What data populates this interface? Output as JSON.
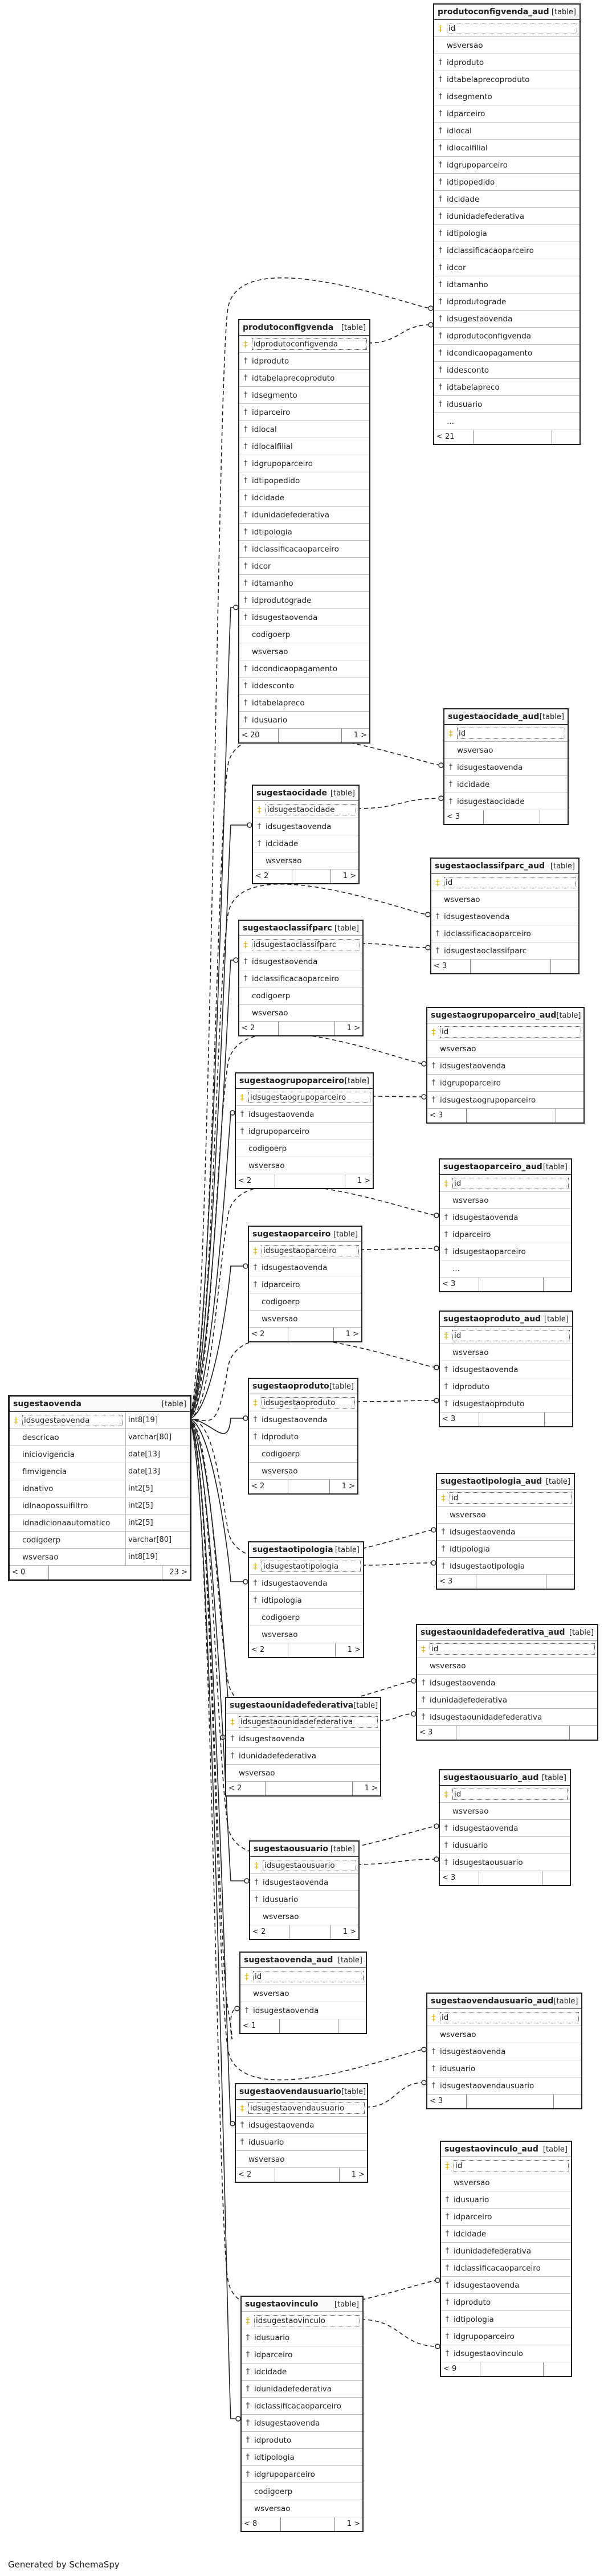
{
  "footer": "Generated by SchemaSpy",
  "tables": [
    {
      "id": "produtoconfigvenda_aud",
      "name": "produtoconfigvenda_aud",
      "type": "[table]",
      "columns": [
        {
          "n": "id",
          "k": "pk"
        },
        {
          "n": "wsversao",
          "k": ""
        },
        {
          "n": "idproduto",
          "k": "fk"
        },
        {
          "n": "idtabelaprecoproduto",
          "k": "fk"
        },
        {
          "n": "idsegmento",
          "k": "fk"
        },
        {
          "n": "idparceiro",
          "k": "fk"
        },
        {
          "n": "idlocal",
          "k": "fk"
        },
        {
          "n": "idlocalfilial",
          "k": "fk"
        },
        {
          "n": "idgrupoparceiro",
          "k": "fk"
        },
        {
          "n": "idtipopedido",
          "k": "fk"
        },
        {
          "n": "idcidade",
          "k": "fk"
        },
        {
          "n": "idunidadefederativa",
          "k": "fk"
        },
        {
          "n": "idtipologia",
          "k": "fk"
        },
        {
          "n": "idclassificacaoparceiro",
          "k": "fk"
        },
        {
          "n": "idcor",
          "k": "fk"
        },
        {
          "n": "idtamanho",
          "k": "fk"
        },
        {
          "n": "idprodutograde",
          "k": "fk"
        },
        {
          "n": "idsugestaovenda",
          "k": "fk"
        },
        {
          "n": "idprodutoconfigvenda",
          "k": "fk"
        },
        {
          "n": "idcondicaopagamento",
          "k": "fk"
        },
        {
          "n": "iddesconto",
          "k": "fk"
        },
        {
          "n": "idtabelapreco",
          "k": "fk"
        },
        {
          "n": "idusuario",
          "k": "fk"
        },
        {
          "n": "...",
          "k": ""
        }
      ],
      "footer": {
        "left": "< 21",
        "mid": "",
        "right": ""
      }
    },
    {
      "id": "produtoconfigvenda",
      "name": "produtoconfigvenda",
      "type": "[table]",
      "columns": [
        {
          "n": "idprodutoconfigvenda",
          "k": "pk"
        },
        {
          "n": "idproduto",
          "k": "fk"
        },
        {
          "n": "idtabelaprecoproduto",
          "k": "fk"
        },
        {
          "n": "idsegmento",
          "k": "fk"
        },
        {
          "n": "idparceiro",
          "k": "fk"
        },
        {
          "n": "idlocal",
          "k": "fk"
        },
        {
          "n": "idlocalfilial",
          "k": "fk"
        },
        {
          "n": "idgrupoparceiro",
          "k": "fk"
        },
        {
          "n": "idtipopedido",
          "k": "fk"
        },
        {
          "n": "idcidade",
          "k": "fk"
        },
        {
          "n": "idunidadefederativa",
          "k": "fk"
        },
        {
          "n": "idtipologia",
          "k": "fk"
        },
        {
          "n": "idclassificacaoparceiro",
          "k": "fk"
        },
        {
          "n": "idcor",
          "k": "fk"
        },
        {
          "n": "idtamanho",
          "k": "fk"
        },
        {
          "n": "idprodutograde",
          "k": "fk"
        },
        {
          "n": "idsugestaovenda",
          "k": "fk"
        },
        {
          "n": "codigoerp",
          "k": ""
        },
        {
          "n": "wsversao",
          "k": ""
        },
        {
          "n": "idcondicaopagamento",
          "k": "fk"
        },
        {
          "n": "iddesconto",
          "k": "fk"
        },
        {
          "n": "idtabelapreco",
          "k": "fk"
        },
        {
          "n": "idusuario",
          "k": "fk"
        }
      ],
      "footer": {
        "left": "< 20",
        "mid": "",
        "right": "1 >"
      }
    },
    {
      "id": "sugestaocidade_aud",
      "name": "sugestaocidade_aud",
      "type": "[table]",
      "columns": [
        {
          "n": "id",
          "k": "pk"
        },
        {
          "n": "wsversao",
          "k": ""
        },
        {
          "n": "idsugestaovenda",
          "k": "fk"
        },
        {
          "n": "idcidade",
          "k": "fk"
        },
        {
          "n": "idsugestaocidade",
          "k": "fk"
        }
      ],
      "footer": {
        "left": "< 3",
        "mid": "",
        "right": ""
      }
    },
    {
      "id": "sugestaocidade",
      "name": "sugestaocidade",
      "type": "[table]",
      "columns": [
        {
          "n": "idsugestaocidade",
          "k": "pk"
        },
        {
          "n": "idsugestaovenda",
          "k": "fk"
        },
        {
          "n": "idcidade",
          "k": "fk"
        },
        {
          "n": "wsversao",
          "k": ""
        }
      ],
      "footer": {
        "left": "< 2",
        "mid": "",
        "right": "1 >"
      }
    },
    {
      "id": "sugestaoclassifparc_aud",
      "name": "sugestaoclassifparc_aud",
      "type": "[table]",
      "columns": [
        {
          "n": "id",
          "k": "pk"
        },
        {
          "n": "wsversao",
          "k": ""
        },
        {
          "n": "idsugestaovenda",
          "k": "fk"
        },
        {
          "n": "idclassificacaoparceiro",
          "k": "fk"
        },
        {
          "n": "idsugestaoclassifparc",
          "k": "fk"
        }
      ],
      "footer": {
        "left": "< 3",
        "mid": "",
        "right": ""
      }
    },
    {
      "id": "sugestaoclassifparc",
      "name": "sugestaoclassifparc",
      "type": "[table]",
      "columns": [
        {
          "n": "idsugestaoclassifparc",
          "k": "pk"
        },
        {
          "n": "idsugestaovenda",
          "k": "fk"
        },
        {
          "n": "idclassificacaoparceiro",
          "k": "fk"
        },
        {
          "n": "codigoerp",
          "k": ""
        },
        {
          "n": "wsversao",
          "k": ""
        }
      ],
      "footer": {
        "left": "< 2",
        "mid": "",
        "right": "1 >"
      }
    },
    {
      "id": "sugestaogrupoparceiro_aud",
      "name": "sugestaogrupoparceiro_aud",
      "type": "[table]",
      "columns": [
        {
          "n": "id",
          "k": "pk"
        },
        {
          "n": "wsversao",
          "k": ""
        },
        {
          "n": "idsugestaovenda",
          "k": "fk"
        },
        {
          "n": "idgrupoparceiro",
          "k": "fk"
        },
        {
          "n": "idsugestaogrupoparceiro",
          "k": "fk"
        }
      ],
      "footer": {
        "left": "< 3",
        "mid": "",
        "right": ""
      }
    },
    {
      "id": "sugestaogrupoparceiro",
      "name": "sugestaogrupoparceiro",
      "type": "[table]",
      "columns": [
        {
          "n": "idsugestaogrupoparceiro",
          "k": "pk"
        },
        {
          "n": "idsugestaovenda",
          "k": "fk"
        },
        {
          "n": "idgrupoparceiro",
          "k": "fk"
        },
        {
          "n": "codigoerp",
          "k": ""
        },
        {
          "n": "wsversao",
          "k": ""
        }
      ],
      "footer": {
        "left": "< 2",
        "mid": "",
        "right": "1 >"
      }
    },
    {
      "id": "sugestaoparceiro_aud",
      "name": "sugestaoparceiro_aud",
      "type": "[table]",
      "columns": [
        {
          "n": "id",
          "k": "pk"
        },
        {
          "n": "wsversao",
          "k": ""
        },
        {
          "n": "idsugestaovenda",
          "k": "fk"
        },
        {
          "n": "idparceiro",
          "k": "fk"
        },
        {
          "n": "idsugestaoparceiro",
          "k": "fk"
        },
        {
          "n": "...",
          "k": ""
        }
      ],
      "footer": {
        "left": "< 3",
        "mid": "",
        "right": ""
      }
    },
    {
      "id": "sugestaoparceiro",
      "name": "sugestaoparceiro",
      "type": "[table]",
      "columns": [
        {
          "n": "idsugestaoparceiro",
          "k": "pk"
        },
        {
          "n": "idsugestaovenda",
          "k": "fk"
        },
        {
          "n": "idparceiro",
          "k": "fk"
        },
        {
          "n": "codigoerp",
          "k": ""
        },
        {
          "n": "wsversao",
          "k": ""
        }
      ],
      "footer": {
        "left": "< 2",
        "mid": "",
        "right": "1 >"
      }
    },
    {
      "id": "sugestaoproduto_aud",
      "name": "sugestaoproduto_aud",
      "type": "[table]",
      "columns": [
        {
          "n": "id",
          "k": "pk"
        },
        {
          "n": "wsversao",
          "k": ""
        },
        {
          "n": "idsugestaovenda",
          "k": "fk"
        },
        {
          "n": "idproduto",
          "k": "fk"
        },
        {
          "n": "idsugestaoproduto",
          "k": "fk"
        }
      ],
      "footer": {
        "left": "< 3",
        "mid": "",
        "right": ""
      }
    },
    {
      "id": "sugestaovenda",
      "name": "sugestaovenda",
      "type": "[table]",
      "columns": [
        {
          "n": "idsugestaovenda",
          "k": "pk",
          "t": "int8[19]"
        },
        {
          "n": "descricao",
          "k": "",
          "t": "varchar[80]"
        },
        {
          "n": "iniciovigencia",
          "k": "",
          "t": "date[13]"
        },
        {
          "n": "fimvigencia",
          "k": "",
          "t": "date[13]"
        },
        {
          "n": "idnativo",
          "k": "",
          "t": "int2[5]"
        },
        {
          "n": "idlnaopossuifiltro",
          "k": "",
          "t": "int2[5]"
        },
        {
          "n": "idnadicionaautomatico",
          "k": "",
          "t": "int2[5]"
        },
        {
          "n": "codigoerp",
          "k": "",
          "t": "varchar[80]"
        },
        {
          "n": "wsversao",
          "k": "",
          "t": "int8[19]"
        }
      ],
      "footer": {
        "left": "< 0",
        "mid": "",
        "right": "23 >"
      }
    },
    {
      "id": "sugestaoproduto",
      "name": "sugestaoproduto",
      "type": "[table]",
      "columns": [
        {
          "n": "idsugestaoproduto",
          "k": "pk"
        },
        {
          "n": "idsugestaovenda",
          "k": "fk"
        },
        {
          "n": "idproduto",
          "k": "fk"
        },
        {
          "n": "codigoerp",
          "k": ""
        },
        {
          "n": "wsversao",
          "k": ""
        }
      ],
      "footer": {
        "left": "< 2",
        "mid": "",
        "right": "1 >"
      }
    },
    {
      "id": "sugestaotipologia_aud",
      "name": "sugestaotipologia_aud",
      "type": "[table]",
      "columns": [
        {
          "n": "id",
          "k": "pk"
        },
        {
          "n": "wsversao",
          "k": ""
        },
        {
          "n": "idsugestaovenda",
          "k": "fk"
        },
        {
          "n": "idtipologia",
          "k": "fk"
        },
        {
          "n": "idsugestaotipologia",
          "k": "fk"
        }
      ],
      "footer": {
        "left": "< 3",
        "mid": "",
        "right": ""
      }
    },
    {
      "id": "sugestaotipologia",
      "name": "sugestaotipologia",
      "type": "[table]",
      "columns": [
        {
          "n": "idsugestaotipologia",
          "k": "pk"
        },
        {
          "n": "idsugestaovenda",
          "k": "fk"
        },
        {
          "n": "idtipologia",
          "k": "fk"
        },
        {
          "n": "codigoerp",
          "k": ""
        },
        {
          "n": "wsversao",
          "k": ""
        }
      ],
      "footer": {
        "left": "< 2",
        "mid": "",
        "right": "1 >"
      }
    },
    {
      "id": "sugestaounidadefederativa_aud",
      "name": "sugestaounidadefederativa_aud",
      "type": "[table]",
      "columns": [
        {
          "n": "id",
          "k": "pk"
        },
        {
          "n": "wsversao",
          "k": ""
        },
        {
          "n": "idsugestaovenda",
          "k": "fk"
        },
        {
          "n": "idunidadefederativa",
          "k": "fk"
        },
        {
          "n": "idsugestaounidadefederativa",
          "k": "fk"
        }
      ],
      "footer": {
        "left": "< 3",
        "mid": "",
        "right": ""
      }
    },
    {
      "id": "sugestaounidadefederativa",
      "name": "sugestaounidadefederativa",
      "type": "[table]",
      "columns": [
        {
          "n": "idsugestaounidadefederativa",
          "k": "pk"
        },
        {
          "n": "idsugestaovenda",
          "k": "fk"
        },
        {
          "n": "idunidadefederativa",
          "k": "fk"
        },
        {
          "n": "wsversao",
          "k": ""
        }
      ],
      "footer": {
        "left": "< 2",
        "mid": "",
        "right": "1 >"
      }
    },
    {
      "id": "sugestaousuario_aud",
      "name": "sugestaousuario_aud",
      "type": "[table]",
      "columns": [
        {
          "n": "id",
          "k": "pk"
        },
        {
          "n": "wsversao",
          "k": ""
        },
        {
          "n": "idsugestaovenda",
          "k": "fk"
        },
        {
          "n": "idusuario",
          "k": "fk"
        },
        {
          "n": "idsugestaousuario",
          "k": "fk"
        }
      ],
      "footer": {
        "left": "< 3",
        "mid": "",
        "right": ""
      }
    },
    {
      "id": "sugestaousuario",
      "name": "sugestaousuario",
      "type": "[table]",
      "columns": [
        {
          "n": "idsugestaousuario",
          "k": "pk"
        },
        {
          "n": "idsugestaovenda",
          "k": "fk"
        },
        {
          "n": "idusuario",
          "k": "fk"
        },
        {
          "n": "wsversao",
          "k": ""
        }
      ],
      "footer": {
        "left": "< 2",
        "mid": "",
        "right": "1 >"
      }
    },
    {
      "id": "sugestaovenda_aud",
      "name": "sugestaovenda_aud",
      "type": "[table]",
      "columns": [
        {
          "n": "id",
          "k": "pk"
        },
        {
          "n": "wsversao",
          "k": ""
        },
        {
          "n": "idsugestaovenda",
          "k": "fk"
        }
      ],
      "footer": {
        "left": "< 1",
        "mid": "",
        "right": ""
      }
    },
    {
      "id": "sugestaovendausuario_aud",
      "name": "sugestaovendausuario_aud",
      "type": "[table]",
      "columns": [
        {
          "n": "id",
          "k": "pk"
        },
        {
          "n": "wsversao",
          "k": ""
        },
        {
          "n": "idsugestaovenda",
          "k": "fk"
        },
        {
          "n": "idusuario",
          "k": "fk"
        },
        {
          "n": "idsugestaovendausuario",
          "k": "fk"
        }
      ],
      "footer": {
        "left": "< 3",
        "mid": "",
        "right": ""
      }
    },
    {
      "id": "sugestaovendausuario",
      "name": "sugestaovendausuario",
      "type": "[table]",
      "columns": [
        {
          "n": "idsugestaovendausuario",
          "k": "pk"
        },
        {
          "n": "idsugestaovenda",
          "k": "fk"
        },
        {
          "n": "idusuario",
          "k": "fk"
        },
        {
          "n": "wsversao",
          "k": ""
        }
      ],
      "footer": {
        "left": "< 2",
        "mid": "",
        "right": "1 >"
      }
    },
    {
      "id": "sugestaovinculo_aud",
      "name": "sugestaovinculo_aud",
      "type": "[table]",
      "columns": [
        {
          "n": "id",
          "k": "pk"
        },
        {
          "n": "wsversao",
          "k": ""
        },
        {
          "n": "idusuario",
          "k": "fk"
        },
        {
          "n": "idparceiro",
          "k": "fk"
        },
        {
          "n": "idcidade",
          "k": "fk"
        },
        {
          "n": "idunidadefederativa",
          "k": "fk"
        },
        {
          "n": "idclassificacaoparceiro",
          "k": "fk"
        },
        {
          "n": "idsugestaovenda",
          "k": "fk"
        },
        {
          "n": "idproduto",
          "k": "fk"
        },
        {
          "n": "idtipologia",
          "k": "fk"
        },
        {
          "n": "idgrupoparceiro",
          "k": "fk"
        },
        {
          "n": "idsugestaovinculo",
          "k": "fk"
        }
      ],
      "footer": {
        "left": "< 9",
        "mid": "",
        "right": ""
      }
    },
    {
      "id": "sugestaovinculo",
      "name": "sugestaovinculo",
      "type": "[table]",
      "columns": [
        {
          "n": "idsugestaovinculo",
          "k": "pk"
        },
        {
          "n": "idusuario",
          "k": "fk"
        },
        {
          "n": "idparceiro",
          "k": "fk"
        },
        {
          "n": "idcidade",
          "k": "fk"
        },
        {
          "n": "idunidadefederativa",
          "k": "fk"
        },
        {
          "n": "idclassificacaoparceiro",
          "k": "fk"
        },
        {
          "n": "idsugestaovenda",
          "k": "fk"
        },
        {
          "n": "idproduto",
          "k": "fk"
        },
        {
          "n": "idtipologia",
          "k": "fk"
        },
        {
          "n": "idgrupoparceiro",
          "k": "fk"
        },
        {
          "n": "codigoerp",
          "k": ""
        },
        {
          "n": "wsversao",
          "k": ""
        }
      ],
      "footer": {
        "left": "< 8",
        "mid": "",
        "right": "1 >"
      }
    }
  ]
}
